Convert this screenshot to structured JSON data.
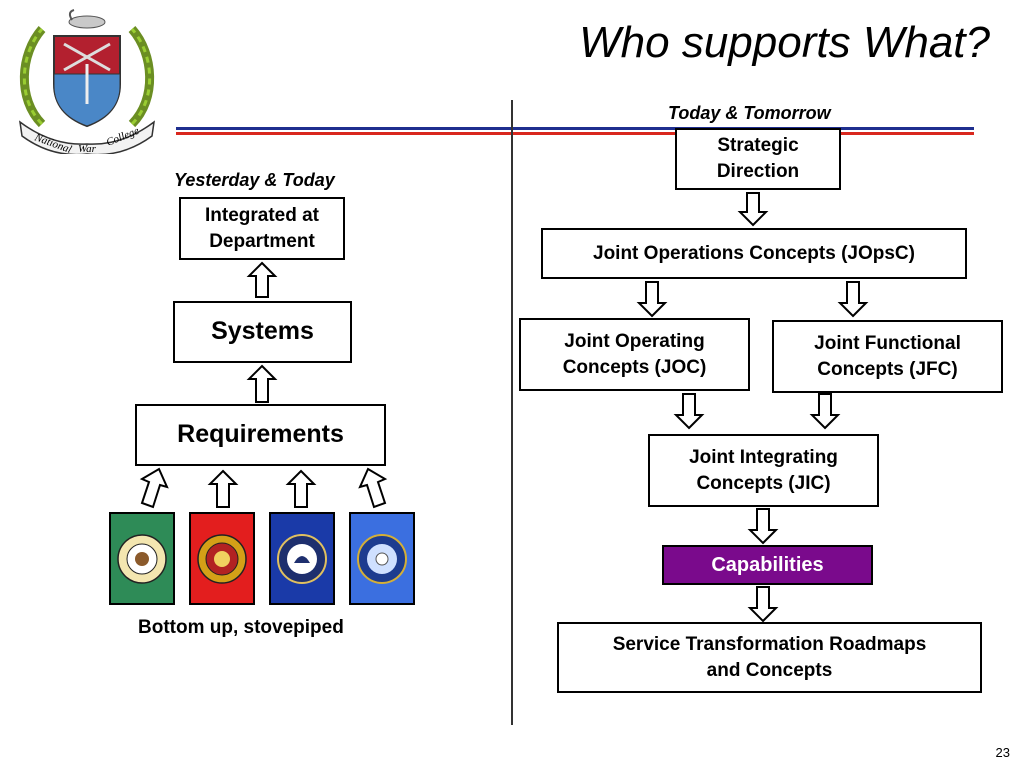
{
  "slide": {
    "title": "Who supports What?",
    "page_number": "23",
    "logo_text_left": "National",
    "logo_text_right": "College",
    "logo_text_bottom": "War"
  },
  "left_panel": {
    "caption": "Yesterday & Today",
    "boxes": {
      "integrated": "Integrated at\nDepartment",
      "systems": "Systems",
      "requirements": "Requirements"
    },
    "seal_colors": [
      "#2e8b57",
      "#e31e1e",
      "#1a3aa8",
      "#3b6fe0"
    ],
    "footer": "Bottom up, stovepiped"
  },
  "right_panel": {
    "caption": "Today & Tomorrow",
    "boxes": {
      "strategic": "Strategic\nDirection",
      "jopsc": "Joint Operations Concepts (JOpsC)",
      "joc": "Joint Operating\nConcepts (JOC)",
      "jfc": "Joint Functional\nConcepts (JFC)",
      "jic": "Joint Integrating\nConcepts (JIC)",
      "capabilities": "Capabilities",
      "roadmaps": "Service Transformation Roadmaps\nand Concepts"
    },
    "capabilities_color": "#7a0a8c"
  },
  "colors": {
    "rule_blue": "#1f2f8f",
    "rule_red": "#d9281e"
  }
}
